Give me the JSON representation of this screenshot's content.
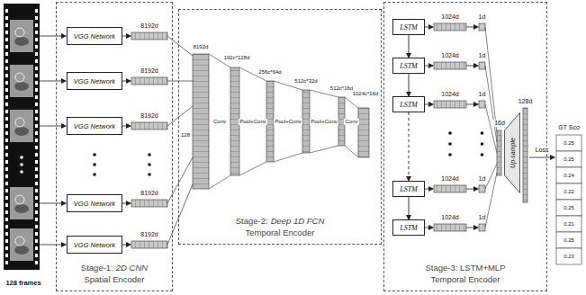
{
  "diagram": {
    "nodes": [
      {
        "text": [
          "Stage-1:",
          "2D CNN",
          "Spatial Encoder"
        ]
      },
      {
        "text": [
          "VGG Network"
        ],
        "in": 0
      },
      {
        "text": [
          "VGG Network"
        ],
        "in": 0
      },
      {
        "text": [
          "VGG Network"
        ],
        "in": 0
      },
      {
        "text": [
          "VGG Network"
        ],
        "in": 0
      },
      {
        "text": [
          "VGG Network"
        ],
        "in": 0
      },
      {
        "text": [
          "Stage-2:",
          "Deep 1D FCN",
          "Temporal Encoder"
        ]
      },
      {
        "text": [
          "Stage-3: LSTM+MLP",
          "Temporal Encoder"
        ]
      },
      {
        "text": [
          "LSTM"
        ],
        "in": 7
      },
      {
        "text": [
          "LSTM"
        ],
        "in": 7
      },
      {
        "text": [
          "LSTM"
        ],
        "in": 7
      },
      {
        "text": [
          "LSTM"
        ],
        "in": 7
      },
      {
        "text": [
          "LSTM"
        ],
        "in": 7
      },
      {
        "text": [
          "Up-sample"
        ],
        "in": 7
      }
    ],
    "edges": [
      {
        "from": 8,
        "to": 9,
        "arrow": "to"
      },
      {
        "from": 9,
        "to": 10,
        "arrow": "to"
      },
      {
        "from": 10,
        "to": 11,
        "arrow": "to"
      },
      {
        "from": 11,
        "to": 12,
        "arrow": "to"
      }
    ],
    "labels": [
      "128 frames",
      "8192d",
      "8192d",
      "8192d",
      "8192d",
      "8192d",
      "8192d",
      "128",
      "Conv",
      "192c*128d",
      "Pool+Conv",
      "256c*64d",
      "Pool+Conv",
      "512c*32d",
      "Pool+Conv",
      "512c*16d",
      "Conv",
      "1024c*16d",
      "1024d",
      "1024d",
      "1024d",
      "1024d",
      "1024d",
      "1d",
      "1d",
      "1d",
      "1d",
      "1d",
      "16d",
      "128d",
      "Loss",
      "GT Sco",
      "0.25",
      "0.25",
      "0.24",
      "0.22",
      "0.25",
      "0.21",
      "0.25",
      "0.23"
    ]
  }
}
